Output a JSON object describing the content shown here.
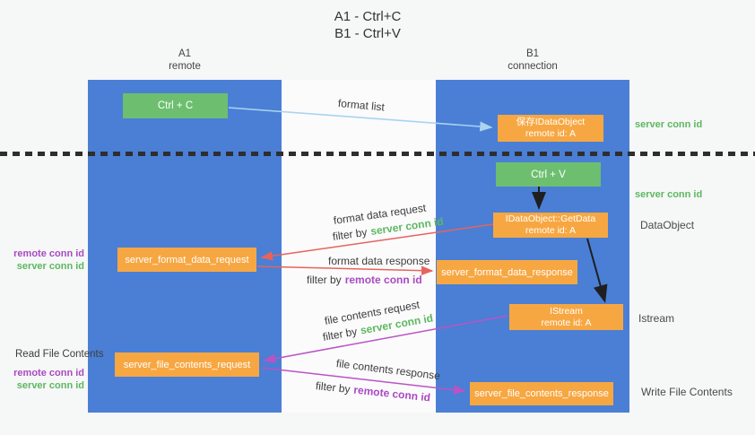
{
  "title": {
    "line1": "A1 - Ctrl+C",
    "line2": "B1 - Ctrl+V"
  },
  "lifelines": {
    "a1": {
      "name": "A1",
      "role": "remote"
    },
    "b1": {
      "name": "B1",
      "role": "connection"
    }
  },
  "boxes": {
    "ctrl_c": {
      "label": "Ctrl + C"
    },
    "ctrl_v": {
      "label": "Ctrl + V"
    },
    "save_idataobject": {
      "line1": "保存IDataObject",
      "line2": "remote id: A"
    },
    "idataobject_getdata": {
      "line1": "IDataObject::GetData",
      "line2": "remote id: A"
    },
    "istream": {
      "line1": "IStream",
      "line2": "remote id: A"
    },
    "server_format_data_request": {
      "label": "server_format_data_request"
    },
    "server_format_data_response": {
      "label": "server_format_data_response"
    },
    "server_file_contents_request": {
      "label": "server_file_contents_request"
    },
    "server_file_contents_response": {
      "label": "server_file_contents_response"
    }
  },
  "flow_labels": {
    "format_list": "format list",
    "format_data_request": "format data request",
    "format_data_response": "format data response",
    "file_contents_request": "file contents request",
    "file_contents_response": "file contents response",
    "filter_by": "filter by",
    "server_conn_id": "server conn id",
    "remote_conn_id": "remote conn id"
  },
  "side_labels": {
    "server_conn_id_top": "server conn id",
    "server_conn_id_mid": "server conn id",
    "dataobject": "DataObject",
    "istream": "Istream",
    "write_file_contents": "Write File Contents",
    "read_file_contents": "Read File Contents",
    "format_remote_conn_id": "remote conn id",
    "format_server_conn_id": "server conn id",
    "file_remote_conn_id": "remote conn id",
    "file_server_conn_id": "server conn id"
  },
  "colors": {
    "lifeline_blue": "#4a7fd5",
    "action_green": "#6dbf6f",
    "message_orange": "#f7a742",
    "request_red": "#e8635c",
    "response_purple": "#bb53c5",
    "format_list_blue": "#a9d3f0",
    "conn_id_green": "#5cb860",
    "conn_id_purple": "#a94ac2"
  }
}
